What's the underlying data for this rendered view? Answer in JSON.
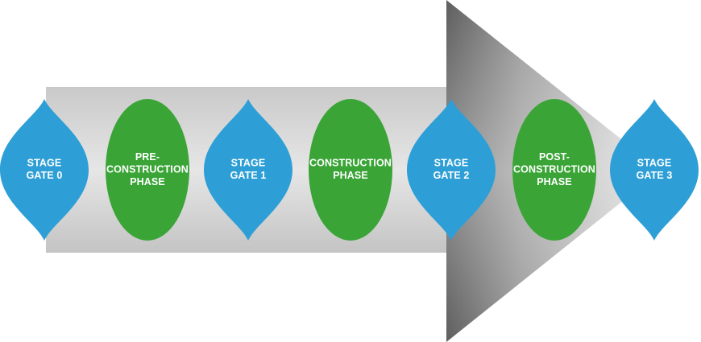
{
  "colors": {
    "gate": "#2e9fd6",
    "phase": "#3aa536",
    "label": "#ffffff",
    "arrow_light": "#dcdcdc",
    "arrow_dark": "#5a5a5a"
  },
  "nodes": [
    {
      "kind": "gate",
      "lines": [
        "STAGE",
        "GATE 0"
      ]
    },
    {
      "kind": "phase",
      "lines": [
        "PRE-",
        "CONSTRUCTION",
        "PHASE"
      ]
    },
    {
      "kind": "gate",
      "lines": [
        "STAGE",
        "GATE 1"
      ]
    },
    {
      "kind": "phase",
      "lines": [
        "CONSTRUCTION",
        "PHASE"
      ]
    },
    {
      "kind": "gate",
      "lines": [
        "STAGE",
        "GATE 2"
      ]
    },
    {
      "kind": "phase",
      "lines": [
        "POST-",
        "CONSTRUCTION",
        "PHASE"
      ]
    },
    {
      "kind": "gate",
      "lines": [
        "STAGE",
        "GATE 3"
      ]
    }
  ]
}
